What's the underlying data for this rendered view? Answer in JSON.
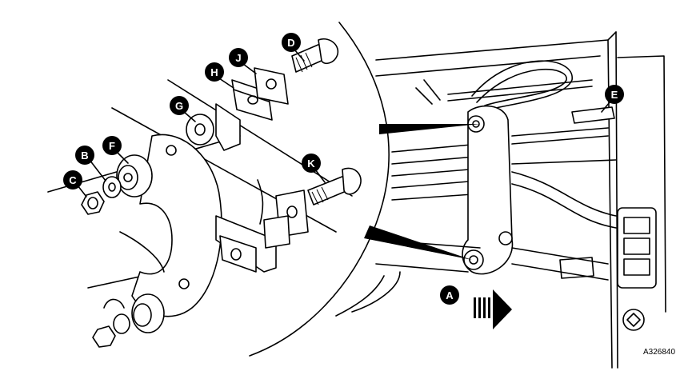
{
  "figure_ref": "A326840",
  "callouts": [
    {
      "id": "A",
      "label": "A"
    },
    {
      "id": "B",
      "label": "B"
    },
    {
      "id": "C",
      "label": "C"
    },
    {
      "id": "D",
      "label": "D"
    },
    {
      "id": "E",
      "label": "E"
    },
    {
      "id": "F",
      "label": "F"
    },
    {
      "id": "G",
      "label": "G"
    },
    {
      "id": "H",
      "label": "H"
    },
    {
      "id": "J",
      "label": "J"
    },
    {
      "id": "K",
      "label": "K"
    }
  ],
  "colors": {
    "ink": "#000000",
    "paper": "#ffffff"
  }
}
